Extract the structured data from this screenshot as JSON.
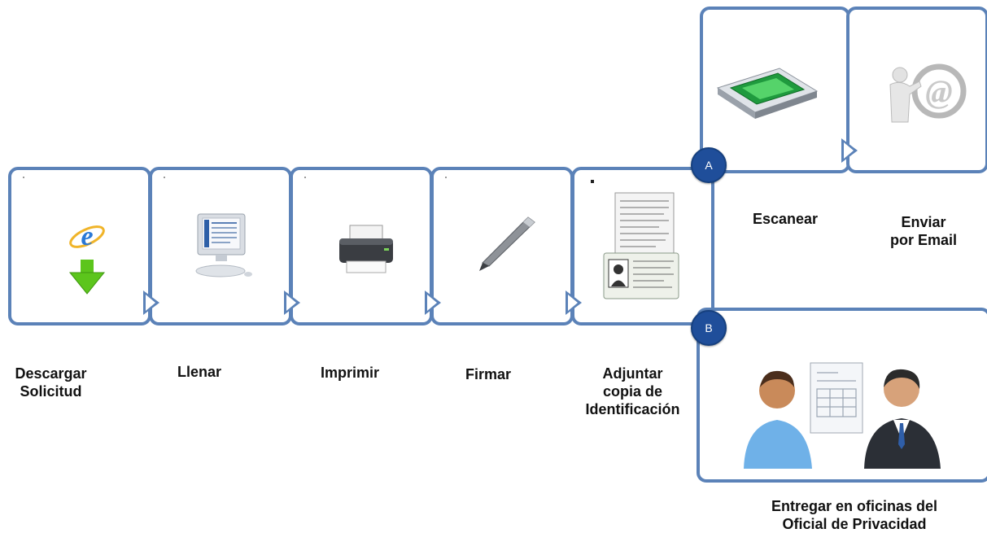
{
  "steps": [
    {
      "label": "Descargar\nSolicitud",
      "icon": "ie-download-icon"
    },
    {
      "label": "Llenar",
      "icon": "computer-form-icon"
    },
    {
      "label": "Imprimir",
      "icon": "printer-icon"
    },
    {
      "label": "Firmar",
      "icon": "pen-icon"
    },
    {
      "label": "Adjuntar\ncopia de\nIdentificación",
      "icon": "id-documents-icon"
    }
  ],
  "branch_a": {
    "marker": "A",
    "steps": [
      {
        "label": "Escanear",
        "icon": "scanner-icon"
      },
      {
        "label": "Enviar\npor Email",
        "icon": "email-person-icon"
      }
    ]
  },
  "branch_b": {
    "marker": "B",
    "steps": [
      {
        "label": "Entregar en oficinas del\nOficial de Privacidad",
        "icon": "people-document-handoff-icon"
      }
    ]
  },
  "colors": {
    "border": "#5b82b8",
    "marker": "#1f4e9a"
  }
}
